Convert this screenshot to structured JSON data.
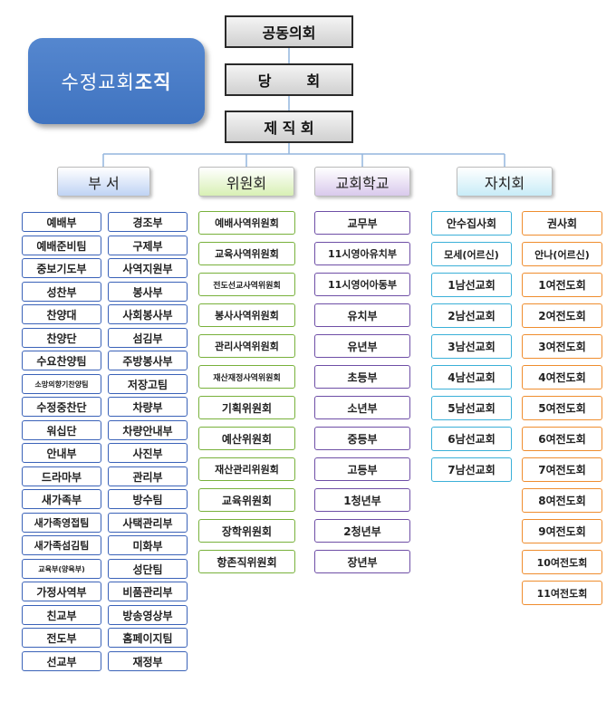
{
  "title": {
    "normal": "수정교회",
    "bold": "조직"
  },
  "top": [
    "공동의회",
    "당       회",
    "제 직 회"
  ],
  "categories": [
    {
      "name": "부  서",
      "color": "#bfd3f4"
    },
    {
      "name": "위원회",
      "color": "#d8f0b4"
    },
    {
      "name": "교회학교",
      "color": "#d9c9ec"
    },
    {
      "name": "자치회",
      "color": "#c8ecf7"
    }
  ],
  "columns": {
    "buseo_left": [
      "예배부",
      "예배준비팀",
      "중보기도부",
      "성찬부",
      "찬양대",
      "찬양단",
      "수요찬양팀",
      "소망의향기찬양팀",
      "수정중찬단",
      "워십단",
      "안내부",
      "드라마부",
      "새가족부",
      "새가족영접팀",
      "새가족섬김팀",
      "교육부(양육부)",
      "가정사역부",
      "친교부",
      "전도부",
      "선교부"
    ],
    "buseo_right": [
      "경조부",
      "구제부",
      "사역지원부",
      "봉사부",
      "사회봉사부",
      "섬김부",
      "주방봉사부",
      "저장고팀",
      "차량부",
      "차량안내부",
      "사진부",
      "관리부",
      "방수팀",
      "사택관리부",
      "미화부",
      "성단팀",
      "비품관리부",
      "방송영상부",
      "홈페이지팀",
      "재정부"
    ],
    "wiwonhoe": [
      "예배사역위원회",
      "교육사역위원회",
      "전도선교사역위원회",
      "봉사사역위원회",
      "관리사역위원회",
      "재산재정사역위원회",
      "기획위원회",
      "예산위원회",
      "재산관리위원회",
      "교육위원회",
      "장학위원회",
      "항존직위원회"
    ],
    "school": [
      "교무부",
      "11시영아유치부",
      "11시영어아동부",
      "유치부",
      "유년부",
      "초등부",
      "소년부",
      "중등부",
      "고등부",
      "1청년부",
      "2청년부",
      "장년부"
    ],
    "jachi_left": [
      "안수집사회",
      "모세(어르신)",
      "1남선교회",
      "2남선교회",
      "3남선교회",
      "4남선교회",
      "5남선교회",
      "6남선교회",
      "7남선교회"
    ],
    "jachi_right": [
      "권사회",
      "안나(어르신)",
      "1여전도회",
      "2여전도회",
      "3여전도회",
      "4여전도회",
      "5여전도회",
      "6여전도회",
      "7여전도회",
      "8여전도회",
      "9여전도회",
      "10여전도회",
      "11여전도회"
    ]
  },
  "colors": {
    "buseo_border": "#3a62b8",
    "wiwonhoe_border": "#78b13b",
    "school_border": "#6e4ea6",
    "jachi_left_border": "#3bb0d8",
    "jachi_right_border": "#ef8d2e",
    "connector": "#93b5dd"
  }
}
